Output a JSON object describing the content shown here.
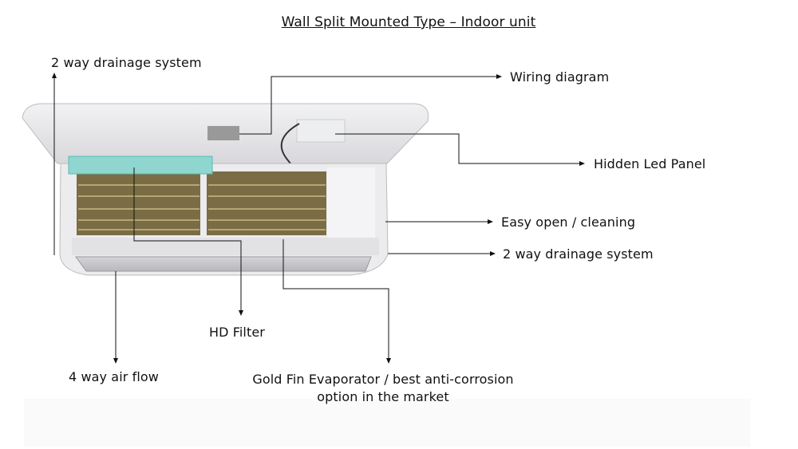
{
  "title": "Wall Split Mounted Type – Indoor unit",
  "labels": {
    "drainage_top": "2 way drainage system",
    "wiring": "Wiring diagram",
    "led_panel": "Hidden Led Panel",
    "easy_open": "Easy open / cleaning",
    "drainage_right": "2 way drainage system",
    "hd_filter": "HD Filter",
    "air_flow": "4 way air flow",
    "gold_fin_1": "Gold Fin Evaporator / best anti-corrosion",
    "gold_fin_2": "option in the market"
  },
  "colors": {
    "filter": "#8fd6d0",
    "fins": "#8a7a4a",
    "body": "#e6e6e8"
  }
}
